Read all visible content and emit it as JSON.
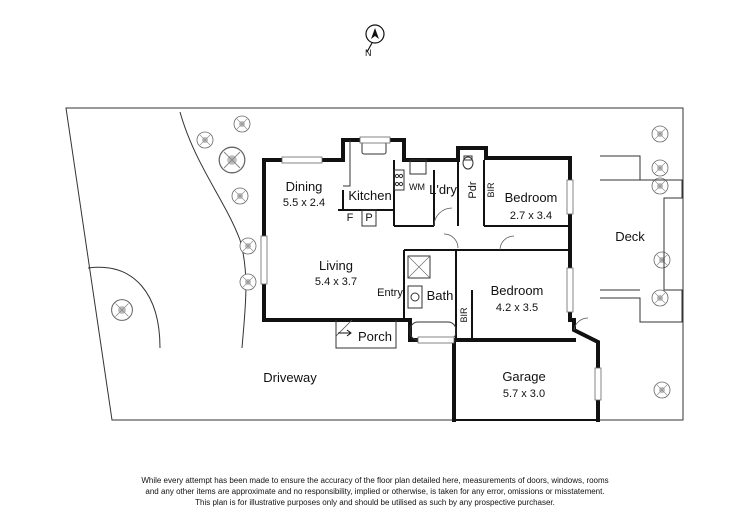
{
  "rooms": {
    "dining": {
      "name": "Dining",
      "dims": "5.5 x 2.4"
    },
    "kitchen": {
      "name": "Kitchen"
    },
    "fridge": "F",
    "pantry": "P",
    "washing_machine": "WM",
    "laundry": {
      "name": "L'dry"
    },
    "powder": {
      "name": "Pdr"
    },
    "bir_top": "BIR",
    "bedroom1": {
      "name": "Bedroom",
      "dims": "2.7 x 3.4"
    },
    "living": {
      "name": "Living",
      "dims": "5.4 x 3.7"
    },
    "entry": {
      "name": "Entry"
    },
    "bath": {
      "name": "Bath"
    },
    "bir_bottom": "BIR",
    "bedroom2": {
      "name": "Bedroom",
      "dims": "4.2 x 3.5"
    },
    "porch": {
      "name": "Porch"
    },
    "deck": {
      "name": "Deck"
    },
    "driveway": {
      "name": "Driveway"
    },
    "garage": {
      "name": "Garage",
      "dims": "5.7 x 3.0"
    }
  },
  "icons": {
    "compass": "north-arrow-icon",
    "tree": "tree-icon"
  },
  "disclaimer": {
    "line1": "While every attempt has been made to ensure the accuracy of the floor plan detailed here, measurements of doors, windows, rooms",
    "line2": "and any other items are approximate and no responsibility, implied or otherwise, is taken for any error, omissions or misstatement.",
    "line3": "This plan is for illustrative purposes only and should be utilised as such by any prospective purchaser."
  }
}
